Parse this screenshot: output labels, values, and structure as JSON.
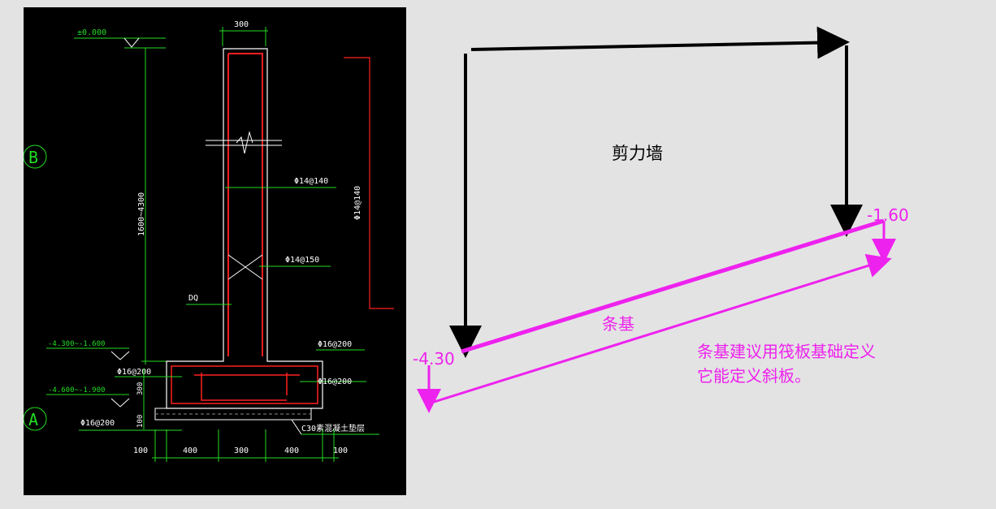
{
  "cad": {
    "elev_top": "±0.000",
    "wall_width": "300",
    "axis_b": "B",
    "axis_a": "A",
    "rebar_h": "Φ14@140",
    "rebar_v": "Φ14@140",
    "rebar_tie": "Φ14@150",
    "height_range": "1600~4300",
    "wall_code": "DQ",
    "elev_mid": "-4.300~-1.600",
    "elev_low": "-4.600~-1.900",
    "rebar_top1": "Φ16@200",
    "rebar_left": "Φ16@200",
    "rebar_right": "Φ16@200",
    "rebar_bottom": "Φ16@200",
    "dim_300v": "300",
    "dim_100v": "100",
    "concrete": "C30素混凝土垫层",
    "dims_bottom": [
      "100",
      "400",
      "300",
      "400",
      "100"
    ]
  },
  "sketch": {
    "label_wall": "剪力墙",
    "label_right_elev": "-1.60",
    "label_left_elev": "-4.30",
    "label_strip": "条基",
    "note_line1": "条基建议用筏板基础定义",
    "note_line2": "它能定义斜板。",
    "colors": {
      "black": "#000000",
      "magenta": "#ee22ee"
    }
  }
}
